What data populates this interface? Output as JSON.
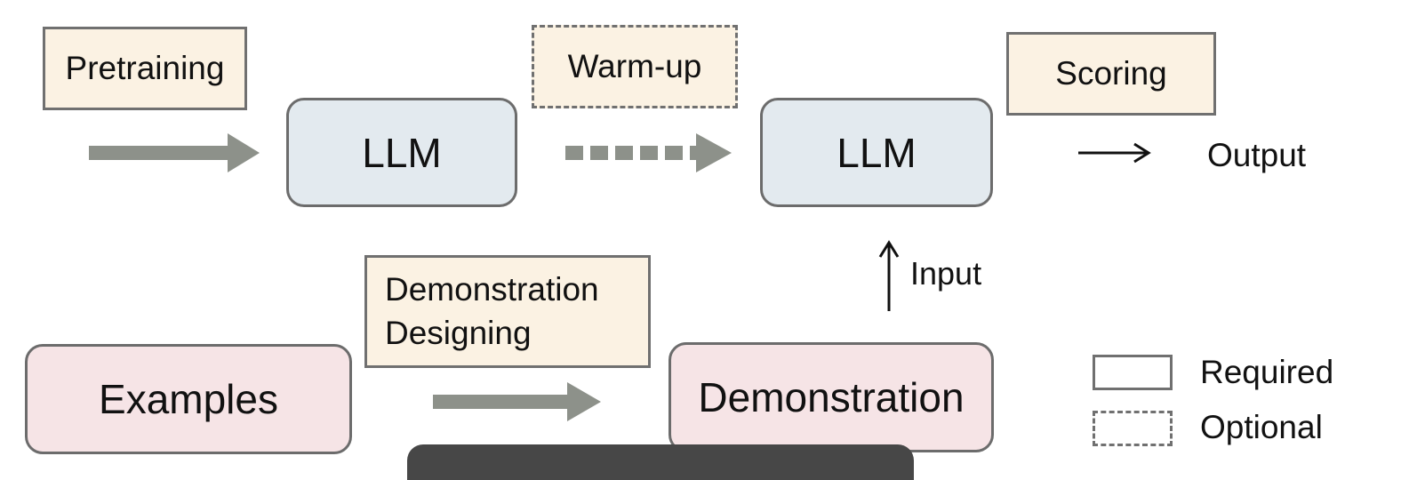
{
  "steps": {
    "pretraining": "Pretraining",
    "warmup": "Warm-up",
    "scoring": "Scoring",
    "demo_designing_line1": "Demonstration",
    "demo_designing_line2": "Designing"
  },
  "nodes": {
    "llm_first": "LLM",
    "llm_second": "LLM",
    "examples": "Examples",
    "demonstration": "Demonstration"
  },
  "labels": {
    "output": "Output",
    "input": "Input"
  },
  "legend": {
    "required": "Required",
    "optional": "Optional"
  },
  "colors": {
    "step_fill": "#fbf2e3",
    "llm_fill": "#e3eaef",
    "data_fill": "#f6e4e6",
    "arrow_gray": "#8d918a",
    "border": "#6c6c6c"
  }
}
